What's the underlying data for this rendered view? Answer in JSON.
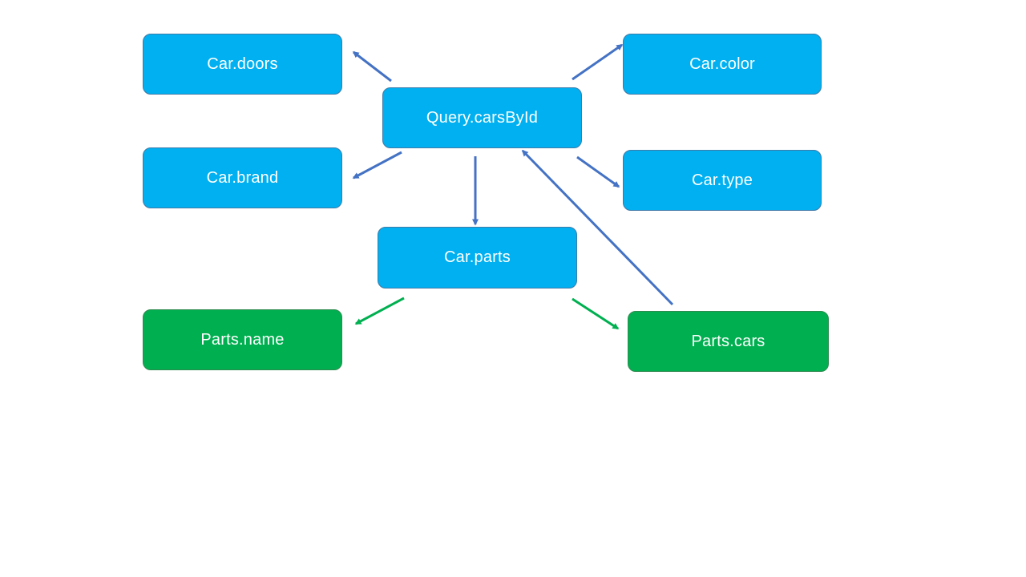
{
  "colors": {
    "blue_node": "#00b0f0",
    "green_node": "#00b050",
    "blue_arrow": "#4472c4",
    "green_arrow": "#00b050"
  },
  "nodes": {
    "car_doors": "Car.doors",
    "car_color": "Car.color",
    "query_cars_by_id": "Query.carsById",
    "car_brand": "Car.brand",
    "car_type": "Car.type",
    "car_parts": "Car.parts",
    "parts_name": "Parts.name",
    "parts_cars": "Parts.cars"
  },
  "edges": [
    {
      "from": "query_cars_by_id",
      "to": "car_doors",
      "color": "blue"
    },
    {
      "from": "query_cars_by_id",
      "to": "car_color",
      "color": "blue"
    },
    {
      "from": "query_cars_by_id",
      "to": "car_brand",
      "color": "blue"
    },
    {
      "from": "query_cars_by_id",
      "to": "car_type",
      "color": "blue"
    },
    {
      "from": "query_cars_by_id",
      "to": "car_parts",
      "color": "blue"
    },
    {
      "from": "car_parts",
      "to": "parts_name",
      "color": "green"
    },
    {
      "from": "car_parts",
      "to": "parts_cars",
      "color": "green"
    },
    {
      "from": "parts_cars",
      "to": "query_cars_by_id",
      "color": "blue"
    }
  ]
}
